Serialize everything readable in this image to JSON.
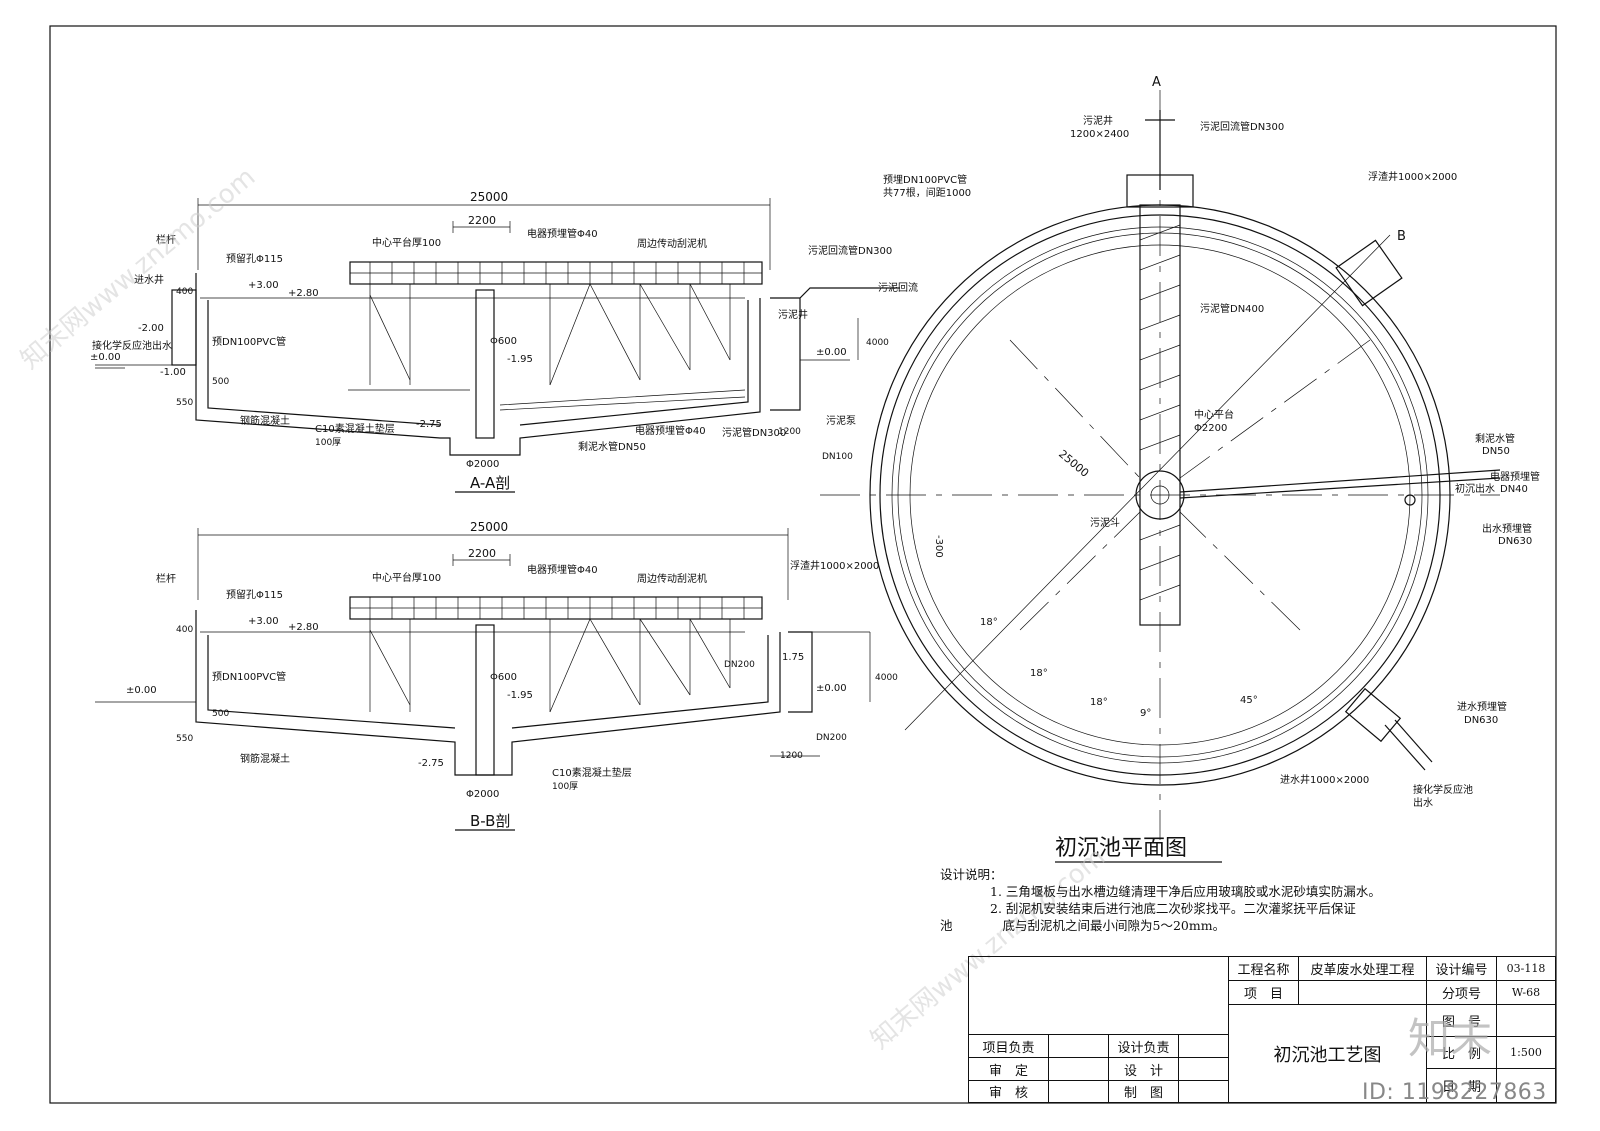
{
  "section_aa": {
    "title": "A-A剖",
    "dim_total": "25000",
    "dim_platform": "2200",
    "labels": {
      "railing": "栏杆",
      "hole": "预留孔Φ115",
      "inlet_well": "进水井",
      "center_platform": "中心平台厚100",
      "cable_pipe": "电器预埋管Φ40",
      "scraper": "周边传动刮泥机",
      "sludge_return": "污泥回流管DN300",
      "sludge_return_short": "污泥回流",
      "sludge_well": "污泥井",
      "pvc": "预DN100PVC管",
      "chem_outlet": "接化学反应池出水",
      "pump": "污泥泵",
      "rc": "钢筋混凝土",
      "c10": "C10素混凝土垫层",
      "thick100": "100厚",
      "cable_pipe2": "电器预埋管Φ40",
      "sludge_pipe": "污泥管DN300",
      "drain": "剩泥水管DN50",
      "phi600": "Φ600",
      "phi2000": "Φ2000",
      "dn100": "DN100",
      "e_300": "+3.00",
      "e_280": "+2.80",
      "e_200": "-2.00",
      "e_000": "±0.00",
      "e_100": "-1.00",
      "e_195": "-1.95",
      "e_275": "-2.75",
      "d_400": "400",
      "d_500": "500",
      "d_550": "550",
      "d_4000": "4000",
      "d_1200": "1200",
      "e_000r": "±0.00"
    }
  },
  "section_bb": {
    "title": "B-B剖",
    "dim_total": "25000",
    "dim_platform": "2200",
    "labels": {
      "railing": "栏杆",
      "hole": "预留孔Φ115",
      "center_platform": "中心平台厚100",
      "cable_pipe": "电器预埋管Φ40",
      "scraper": "周边传动刮泥机",
      "scum_well": "浮渣井1000×2000",
      "pvc": "预DN100PVC管",
      "rc": "钢筋混凝土",
      "c10": "C10素混凝土垫层",
      "thick100": "100厚",
      "phi600": "Φ600",
      "phi2000": "Φ2000",
      "dn200a": "DN200",
      "dn200b": "DN200",
      "e_300": "+3.00",
      "e_280": "+2.80",
      "e_000": "±0.00",
      "e_195": "-1.95",
      "e_275": "-2.75",
      "e_175": "1.75",
      "e_000r": "±0.00",
      "d_400": "400",
      "d_500": "500",
      "d_550": "550",
      "d_4000": "4000",
      "d_1200": "1200"
    }
  },
  "plan": {
    "title": "初沉池平面图",
    "labels": {
      "sludge_well": "污泥井",
      "sludge_well_size": "1200×2400",
      "return_pipe": "污泥回流管DN300",
      "pvc": "预埋DN100PVC管",
      "pvc2": "共77根，间距1000",
      "scum_well": "浮渣井1000×2000",
      "sludge_pipe": "污泥管DN400",
      "center_platform": "中心平台",
      "center_size": "Φ2200",
      "dia": "25000",
      "sludge_hopper": "污泥斗",
      "drain": "剩泥水管",
      "drain_dn": "DN50",
      "cable": "电器预埋管",
      "cable_dn": "DN40",
      "outlet_sec": "初沉出水",
      "outlet_pipe": "出水预埋管",
      "outlet_dn": "DN630",
      "inlet_pipe": "进水预埋管",
      "inlet_dn": "DN630",
      "inlet_well": "进水井1000×2000",
      "chem": "接化学反应池",
      "chem2": "出水",
      "r300": "-300",
      "a18a": "18°",
      "a18b": "18°",
      "a18c": "18°",
      "a9": "9°",
      "a45": "45°",
      "mark_a": "A",
      "mark_b": "B"
    }
  },
  "notes": {
    "title": "设计说明：",
    "l1": "1. 三角堰板与出水槽边缝清理干净后应用玻璃胶或水泥砂填实防漏水。",
    "l2": "2. 刮泥机安装结束后进行池底二次砂浆找平。二次灌浆抚平后保证",
    "l3a": "池",
    "l3b": "底与刮泥机之间最小间隙为5～20mm。"
  },
  "title_block": {
    "project_name_label": "工程名称",
    "project_name": "皮革废水处理工程",
    "design_no_label": "设计编号",
    "design_no": "03-118",
    "item_label": "项　目",
    "item_value": "",
    "sub_no_label": "分项号",
    "sub_no": "W-68",
    "drawing_title": "初沉池工艺图",
    "fig_no_label": "图　号",
    "scale_label": "比　例",
    "scale": "1:500",
    "date_label": "日　期",
    "date": "",
    "roles": {
      "proj_lead": "项目负责",
      "design_lead": "设计负责",
      "review": "审　定",
      "design": "设　计",
      "check": "审　核",
      "draw": "制　图"
    }
  },
  "watermark": {
    "id": "ID: 1198227863",
    "logo": "知末",
    "site": "知末网www.znzmo.com"
  }
}
